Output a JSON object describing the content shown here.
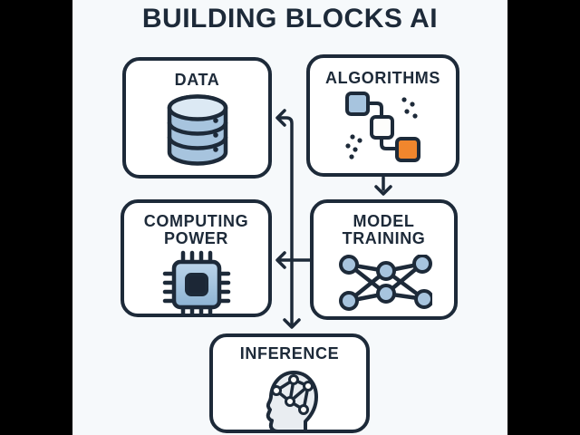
{
  "title": "BUILDING BLOCKS AI",
  "boxes": {
    "data": {
      "label": "DATA",
      "icon": "database-icon"
    },
    "algorithms": {
      "label": "ALGORITHMS",
      "icon": "flowchart-nodes-icon"
    },
    "computing_power": {
      "label_line1": "COMPUTING",
      "label_line2": "POWER",
      "icon": "cpu-chip-icon"
    },
    "model_training": {
      "label_line1": "MODEL",
      "label_line2": "TRAINING",
      "icon": "neural-network-icon"
    },
    "inference": {
      "label": "INFERENCE",
      "icon": "head-circuit-icon"
    }
  },
  "arrows": [
    {
      "name": "algorithms-to-model-training",
      "direction": "down"
    },
    {
      "name": "model-training-to-computing-power",
      "direction": "left"
    },
    {
      "name": "feedback-to-data",
      "direction": "up-left"
    },
    {
      "name": "to-inference",
      "direction": "down"
    }
  ],
  "colors": {
    "navy": "#1d2a39",
    "light_blue": "#a7c4de",
    "pale_blue": "#dce9f4",
    "orange": "#f0862d",
    "background": "#f6f9fb",
    "frame": "#000000",
    "box_fill": "#ffffff",
    "head_fill": "#e9edf1",
    "chip_dark": "#1c2736"
  }
}
